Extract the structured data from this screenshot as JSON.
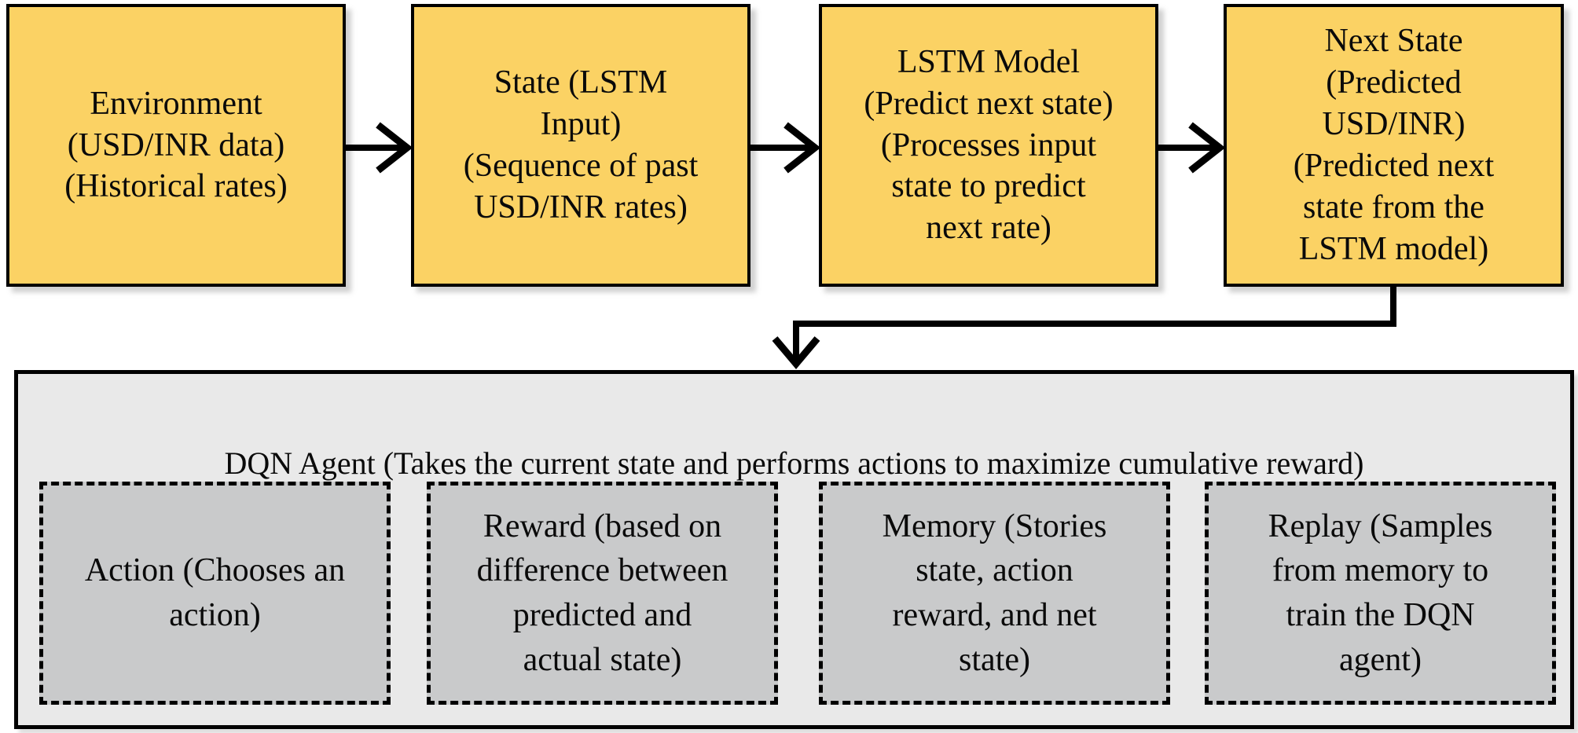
{
  "colors": {
    "background": "#ffffff",
    "flow_box_fill": "#fbd264",
    "box_border": "#000000",
    "agent_panel_fill": "#e9e9e9",
    "agent_box_fill": "#c9cacb",
    "arrow_color": "#000000",
    "text_color": "#0a0a0a"
  },
  "flow": {
    "boxes": [
      {
        "id": "environment",
        "lines": [
          "Environment",
          "(USD/INR data)",
          "(Historical rates)"
        ]
      },
      {
        "id": "state",
        "lines": [
          "State (LSTM",
          "Input)",
          "(Sequence of past",
          "USD/INR rates)"
        ]
      },
      {
        "id": "lstm-model",
        "lines": [
          "LSTM Model",
          "(Predict next state)",
          "(Processes input",
          "state to predict",
          "next rate)"
        ]
      },
      {
        "id": "next-state",
        "lines": [
          "Next State",
          "(Predicted",
          "USD/INR)",
          "(Predicted next",
          "state from the",
          "LSTM model)"
        ]
      }
    ],
    "connections": [
      {
        "from": "environment",
        "to": "state",
        "style": "straight-right"
      },
      {
        "from": "state",
        "to": "lstm-model",
        "style": "straight-right"
      },
      {
        "from": "lstm-model",
        "to": "next-state",
        "style": "straight-right"
      },
      {
        "from": "next-state",
        "to": "dqn-agent",
        "style": "elbow-down"
      }
    ]
  },
  "agent": {
    "title": "DQN Agent (Takes the current state and performs actions to maximize cumulative reward)",
    "boxes": [
      {
        "id": "action",
        "lines": [
          "Action (Chooses an",
          "action)"
        ]
      },
      {
        "id": "reward",
        "lines": [
          "Reward (based on",
          "difference between",
          "predicted and",
          "actual state)"
        ]
      },
      {
        "id": "memory",
        "lines": [
          "Memory (Stories",
          "state, action",
          "reward, and net",
          "state)"
        ]
      },
      {
        "id": "replay",
        "lines": [
          "Replay (Samples",
          "from memory to",
          "train the DQN",
          "agent)"
        ]
      }
    ]
  }
}
